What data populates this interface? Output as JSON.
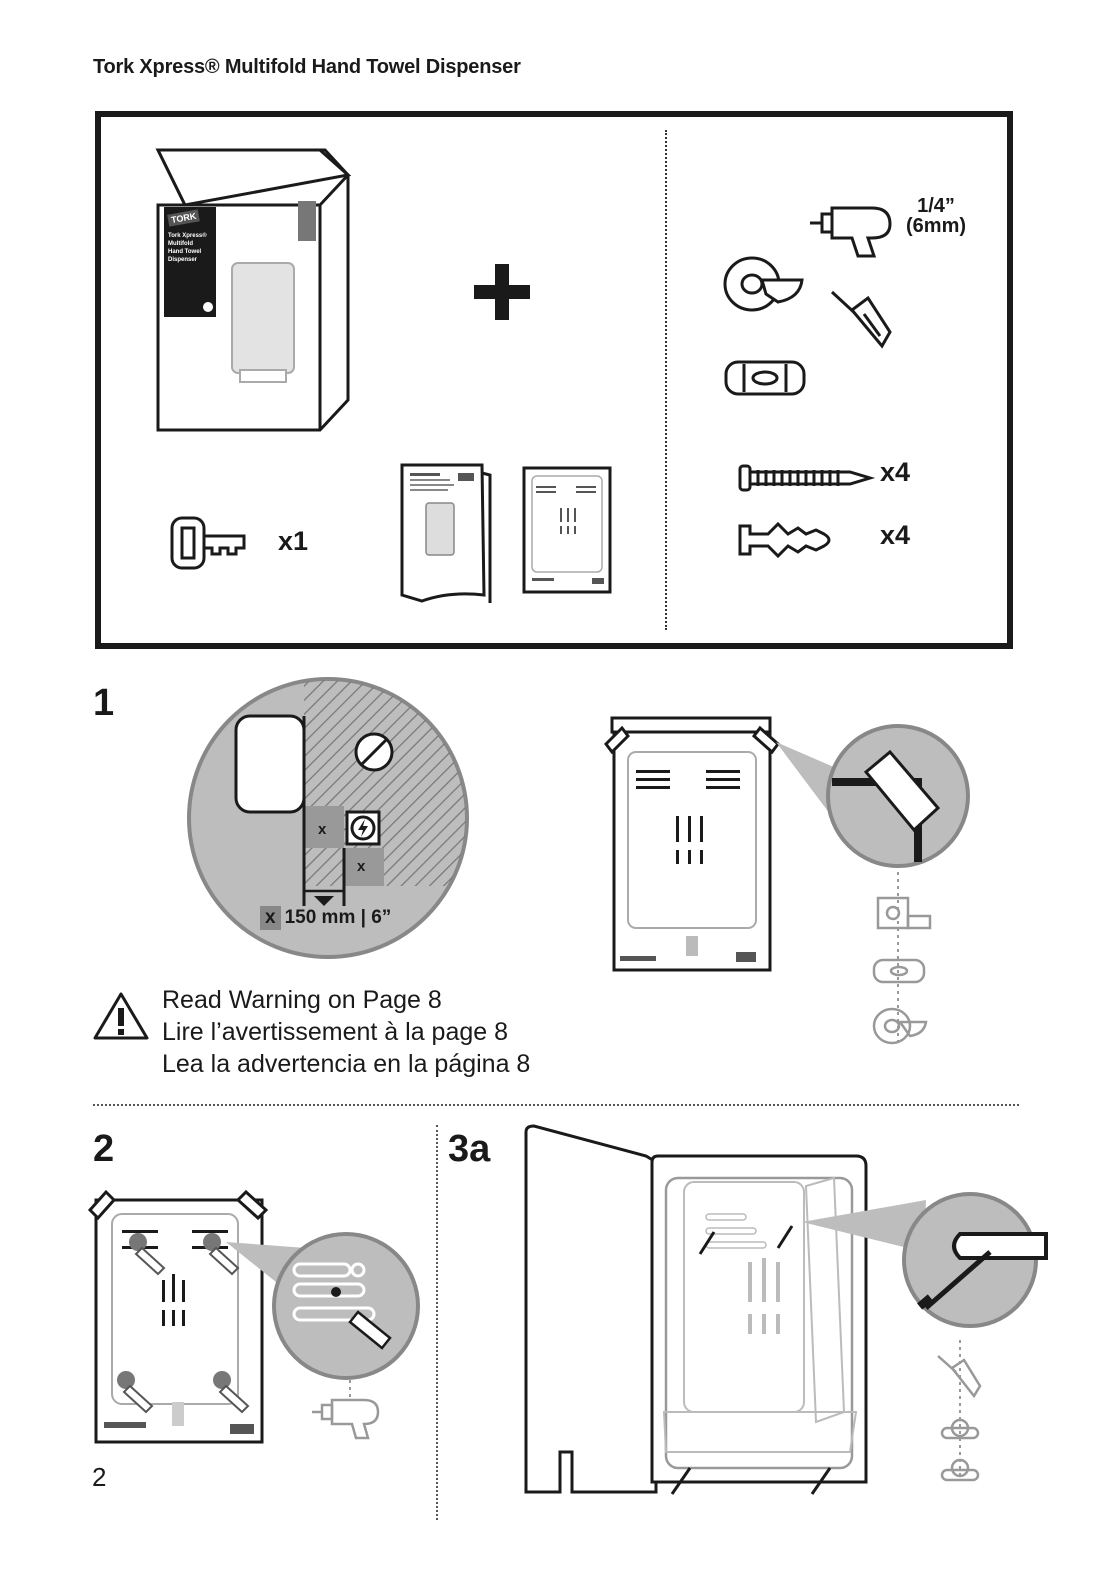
{
  "header": {
    "title": "Tork Xpress® Multifold Hand Towel Dispenser"
  },
  "contents": {
    "key_qty": "x1",
    "drill_size_line1": "1/4”",
    "drill_size_line2": "(6mm)",
    "screw_qty": "x4",
    "anchor_qty": "x4",
    "box_brand": "TORK",
    "box_product_lines": [
      "Tork Xpress®",
      "Multifold",
      "Hand Towel",
      "Dispenser"
    ]
  },
  "steps": {
    "step1": {
      "number": "1",
      "measure_prefix": "x",
      "measure_text": "150 mm | 6”",
      "x_marks": [
        "x",
        "x"
      ],
      "warning_lines": [
        "Read Warning on Page 8",
        "Lire l’avertissement à la page 8",
        "Lea la advertencia en la página 8"
      ]
    },
    "step2": {
      "number": "2"
    },
    "step3a": {
      "number": "3a"
    }
  },
  "footer": {
    "page_number": "2"
  },
  "icons": [
    "tork-dispenser-box-icon",
    "plus-icon",
    "key-icon",
    "manual-booklet-icon",
    "template-sheet-icon",
    "drill-icon",
    "tape-icon",
    "screwdriver-icon",
    "level-icon",
    "screw-icon",
    "wall-anchor-icon",
    "warning-triangle-icon",
    "electric-hazard-icon",
    "pencil-icon"
  ]
}
